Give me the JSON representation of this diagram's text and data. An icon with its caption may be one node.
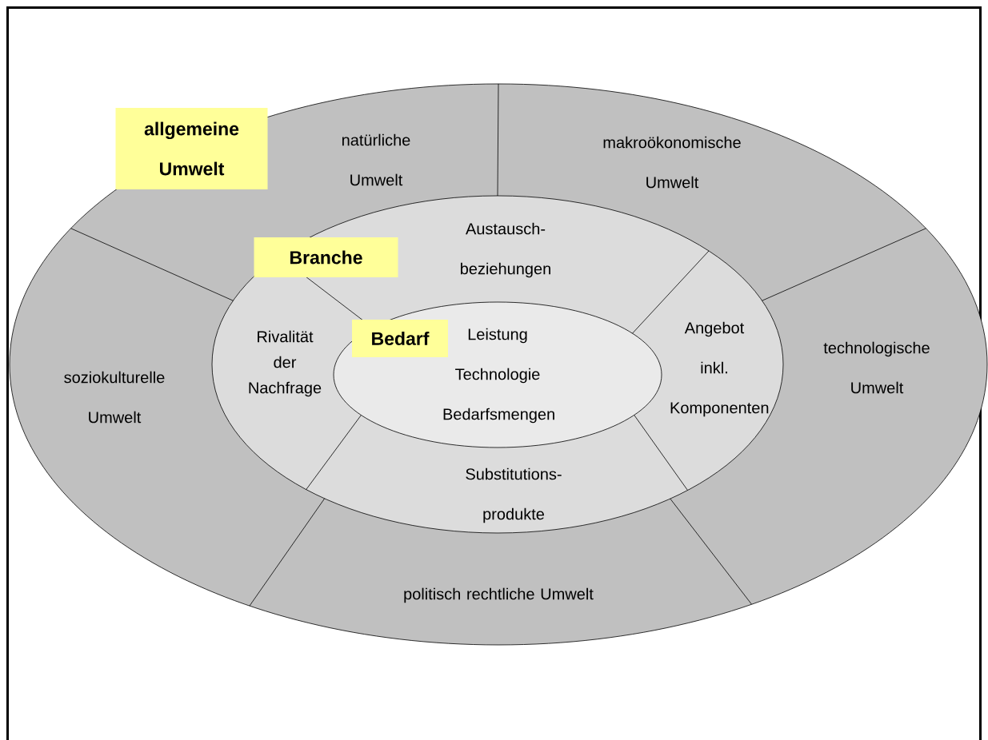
{
  "diagram": {
    "nodes": [
      {
        "text": [
          "natürliche Umwelt",
          "makroökonomische Umwelt",
          "soziokulturelle Umwelt",
          "technologische Umwelt",
          "politisch rechtliche Umwelt"
        ]
      },
      {
        "text": [
          "allgemeine Umwelt"
        ],
        "in": 0
      },
      {
        "text": [
          "Branche"
        ],
        "in": 3
      },
      {
        "text": [
          "Austausch- beziehungen",
          "Rivalität der Nachfrage",
          "Angebot inkl. Komponenten",
          "Substitutions- produkte"
        ],
        "in": 0
      },
      {
        "text": [
          "Leistung Technologie Bedarfsmengen"
        ],
        "in": 3
      },
      {
        "text": [
          "Bedarf"
        ],
        "in": 4
      }
    ]
  }
}
